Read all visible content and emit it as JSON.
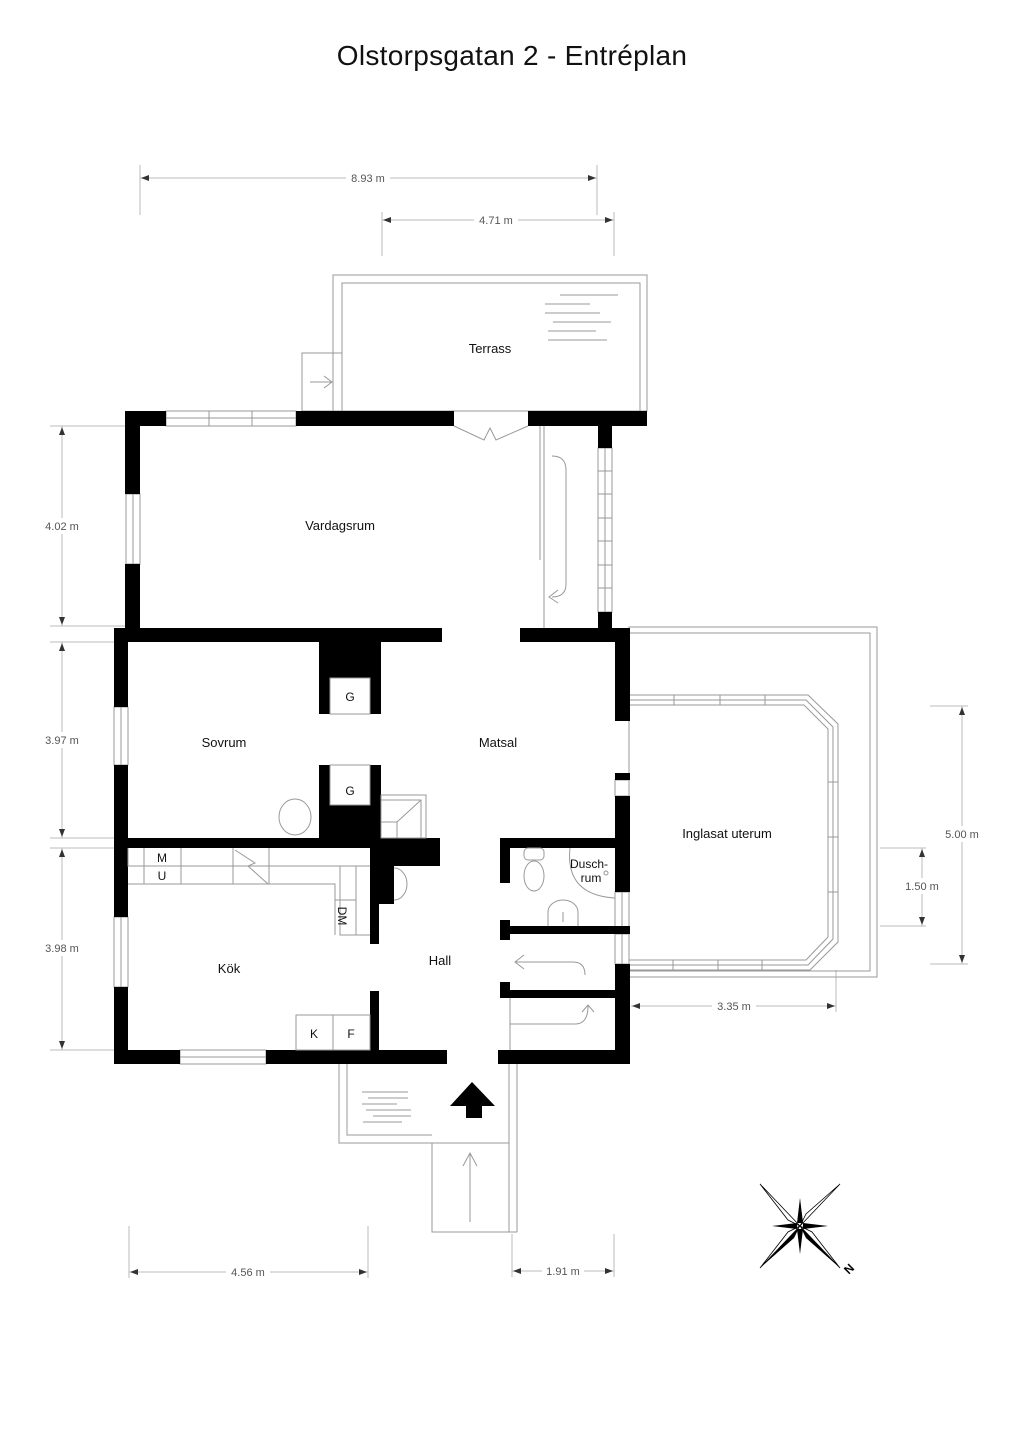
{
  "title": "Olstorpsgatan 2 - Entréplan",
  "rooms": {
    "terrass": "Terrass",
    "vardagsrum": "Vardagsrum",
    "sovrum": "Sovrum",
    "matsal": "Matsal",
    "kok": "Kök",
    "hall": "Hall",
    "duschrum_1": "Dusch-",
    "duschrum_2": "rum",
    "inglasat_uterum": "Inglasat uterum"
  },
  "fixtures": {
    "g_top": "G",
    "g_bottom": "G",
    "m": "M",
    "u": "U",
    "dm": "DM",
    "k": "K",
    "f": "F"
  },
  "dimensions": {
    "total_width": "8.93 m",
    "terrace_width": "4.71 m",
    "vardagsrum_height": "4.02 m",
    "sovrum_height": "3.97 m",
    "kok_height": "3.98 m",
    "uterum_height": "5.00 m",
    "uterum_opening": "1.50 m",
    "uterum_width": "3.35 m",
    "bottom_left_width": "4.56 m",
    "entrance_width": "1.91 m"
  },
  "icons": {
    "entrance_arrow": "entrance-arrow-icon",
    "compass": "compass-rose-icon",
    "compass_letter": "N"
  }
}
